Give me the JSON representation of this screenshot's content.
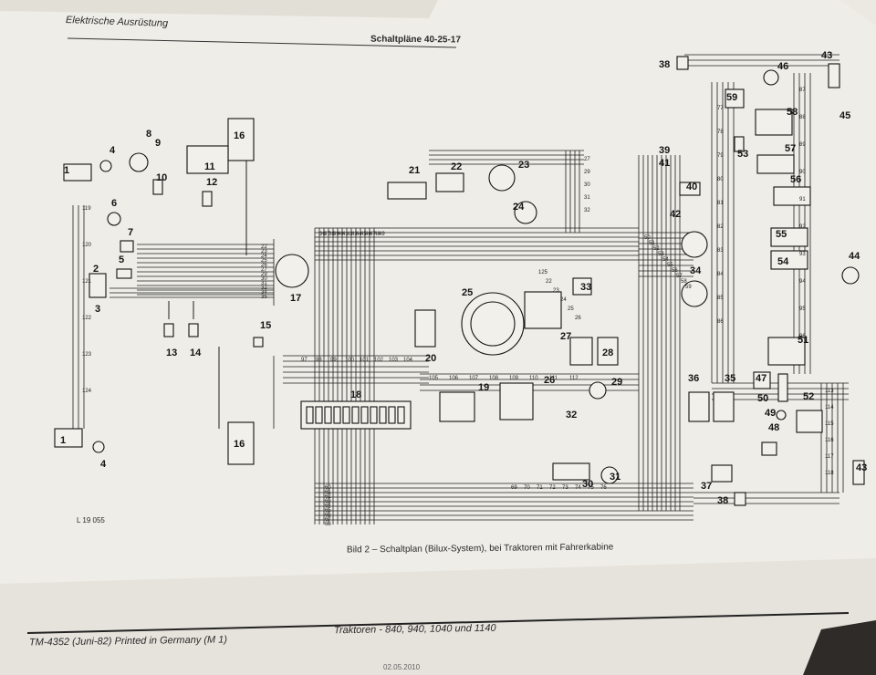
{
  "document": {
    "header_left": "Elektrische Ausrüstung",
    "header_right": "Schaltpläne   40-25-17",
    "caption": "Bild 2 – Schaltplan (Bilux-System), bei Traktoren mit Fahrerkabine",
    "figure_ref": "L 19 055",
    "footer_left": "TM-4352 (Juni-82) Printed in Germany (M 1)",
    "footer_center": "Traktoren - 840, 940, 1040 und 1140",
    "stamp": "02.05.2010"
  },
  "diagram": {
    "component_numbers": [
      "1",
      "2",
      "3",
      "4",
      "5",
      "6",
      "7",
      "8",
      "9",
      "10",
      "11",
      "12",
      "13",
      "14",
      "15",
      "16",
      "17",
      "18",
      "19",
      "20",
      "21",
      "22",
      "23",
      "24",
      "25",
      "26",
      "27",
      "28",
      "29",
      "30",
      "31",
      "32",
      "33",
      "34",
      "35",
      "36",
      "37",
      "38",
      "39",
      "40",
      "41",
      "42",
      "43",
      "44",
      "45",
      "46",
      "47",
      "48",
      "49",
      "50",
      "51",
      "52",
      "53",
      "54",
      "55",
      "56",
      "57",
      "58",
      "59"
    ],
    "wire_numbers": [
      "22",
      "23",
      "24",
      "25",
      "26",
      "27",
      "29",
      "30",
      "31",
      "32",
      "34",
      "35",
      "36",
      "37",
      "38",
      "39",
      "40",
      "41",
      "42",
      "43",
      "44",
      "45",
      "46",
      "47",
      "48",
      "49",
      "50",
      "51",
      "52",
      "53",
      "54",
      "55",
      "56",
      "57",
      "58",
      "59",
      "60",
      "61",
      "62",
      "63",
      "64",
      "65",
      "66",
      "67",
      "68",
      "69",
      "70",
      "71",
      "72",
      "73",
      "74",
      "75",
      "76",
      "77",
      "78",
      "79",
      "80",
      "81",
      "82",
      "83",
      "84",
      "85",
      "86",
      "87",
      "88",
      "89",
      "90",
      "91",
      "92",
      "93",
      "94",
      "95",
      "96",
      "97",
      "98",
      "99",
      "100",
      "101",
      "102",
      "103",
      "104",
      "105",
      "106",
      "107",
      "108",
      "109",
      "110",
      "111",
      "112",
      "113",
      "114",
      "115",
      "116",
      "117",
      "118",
      "119",
      "120",
      "121",
      "122",
      "123",
      "124",
      "125"
    ]
  }
}
